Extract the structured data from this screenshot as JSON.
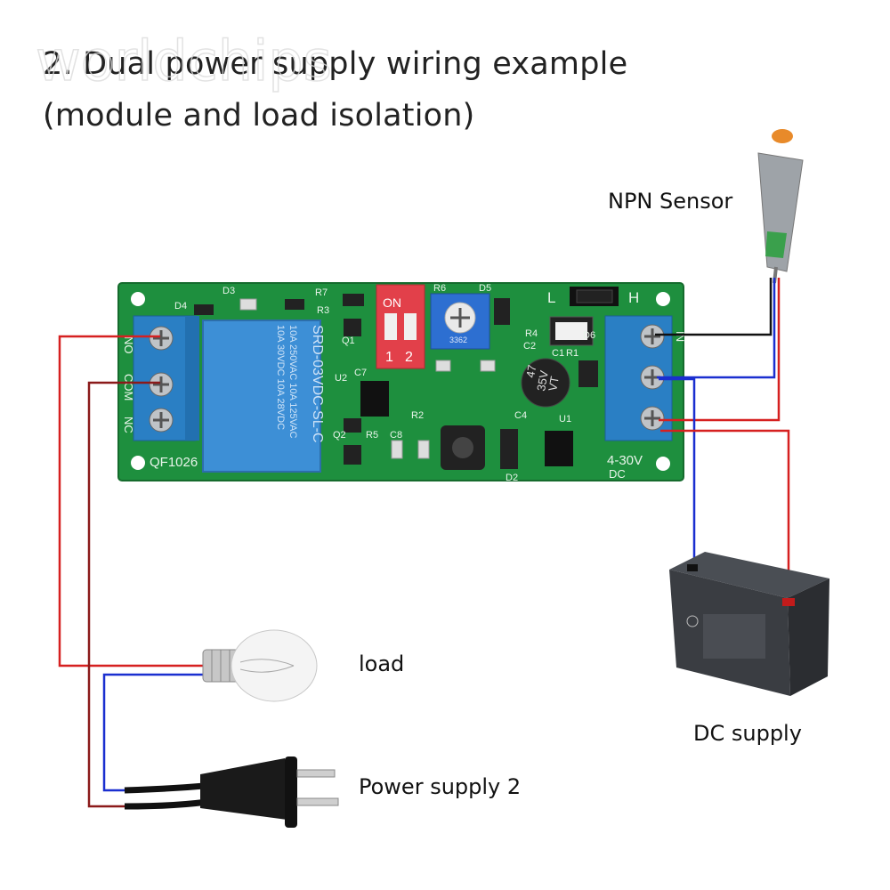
{
  "title_line1": "2. Dual power supply wiring example",
  "title_line2": "(module and load isolation)",
  "labels": {
    "sensor": "NPN Sensor",
    "load": "load",
    "dc_supply": "DC supply",
    "power_supply_2": "Power supply 2"
  },
  "board": {
    "model": "QF1026",
    "voltage": "4-30V",
    "voltage_unit": "DC",
    "relay_model": "SRD-03VDC-SL-C",
    "relay_rating_1": "10A 250VAC 10A 125VAC",
    "relay_rating_2": "10A 30VDC 10A 28VDC",
    "terminal_left": [
      "NO",
      "COM",
      "NC"
    ],
    "terminal_right": "IN",
    "dip_on": "ON",
    "dip_1": "1",
    "dip_2": "2",
    "jumper_l": "L",
    "jumper_h": "H",
    "pot": "3362",
    "cap_1": "47",
    "cap_2": "35V",
    "cap_3": "VT",
    "parts": [
      "D4",
      "D3",
      "R7",
      "R3",
      "Q1",
      "R6",
      "D5",
      "C2",
      "R4",
      "C1",
      "R1",
      "D6",
      "U2",
      "C7",
      "R2",
      "Q2",
      "R5",
      "C8",
      "D2",
      "U1",
      "C4"
    ]
  },
  "watermark": "worldchips",
  "colors": {
    "pcb": "#1e8f3e",
    "terminal": "#2a7fc4",
    "relay": "#3d8fd6",
    "wire_red": "#d62020",
    "wire_blue": "#1a2fd0",
    "wire_dark_red": "#8b1a1a",
    "wire_black": "#111111",
    "dip": "#e2404a",
    "battery": "#3a3d42"
  }
}
